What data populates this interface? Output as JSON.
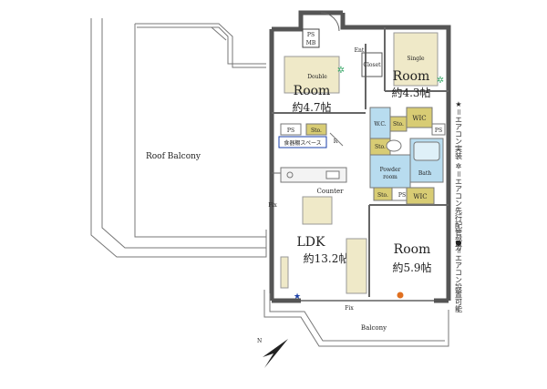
{
  "rooms": {
    "roof_balcony": "Roof Balcony",
    "room_a_name": "Room",
    "room_a_size": "約4.7帖",
    "room_a_bed": "Double",
    "room_b_name": "Room",
    "room_b_size": "約4.3帖",
    "room_b_bed": "Single",
    "ldk_name": "LDK",
    "ldk_size": "約13.2帖",
    "room_c_name": "Room",
    "room_c_size": "約5.9帖",
    "balcony": "Balcony"
  },
  "labels": {
    "ps_mb": "PS",
    "mb": "MB",
    "ent": "Ent",
    "closet": "Closet",
    "wc": "W.C.",
    "sto1": "Sto.",
    "wic1": "WIC",
    "ps1": "PS",
    "sto2": "Sto.",
    "ps2": "PS",
    "pantry": "食器棚スペース",
    "r": "R",
    "sto3": "Sto.",
    "powder1": "Powder",
    "powder2": "room",
    "bath": "Bath",
    "ps3": "PS",
    "sto4": "Sto.",
    "wic2": "WIC",
    "counter": "Counter",
    "fix1": "Fix",
    "fix2": "Fix",
    "north": "N"
  },
  "legend": {
    "item1": "★＝エアコン実装",
    "item2": "✲＝エアコン先行配管部分",
    "item3": "●＝エアコン設置可能"
  },
  "colors": {
    "wet_area": "#b8dcef",
    "storage": "#d8cc74",
    "bed": "#efe9c8",
    "wall": "#555555",
    "star": "#1a3fa8",
    "snow": "#3aa86a",
    "dot": "#e07020"
  }
}
